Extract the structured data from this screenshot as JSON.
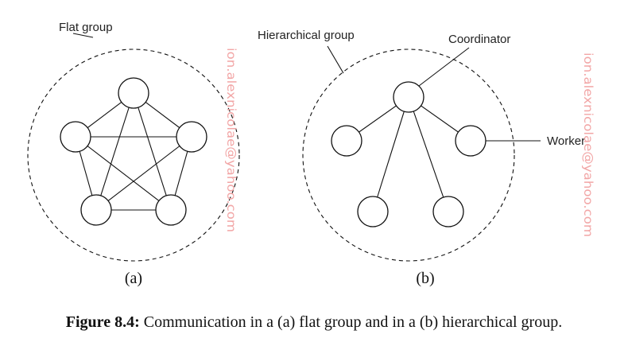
{
  "diagram": {
    "flat": {
      "group_label": "Flat group",
      "sublabel": "(a)"
    },
    "hierarchical": {
      "group_label": "Hierarchical group",
      "coordinator_label": "Coordinator",
      "worker_label": "Worker",
      "sublabel": "(b)"
    },
    "watermark": "ion.alexnicolae@yahoo.com"
  },
  "caption": {
    "number": "Figure 8.4:",
    "text": "Communication in a (a) flat group and in a (b) hierarchical group."
  }
}
